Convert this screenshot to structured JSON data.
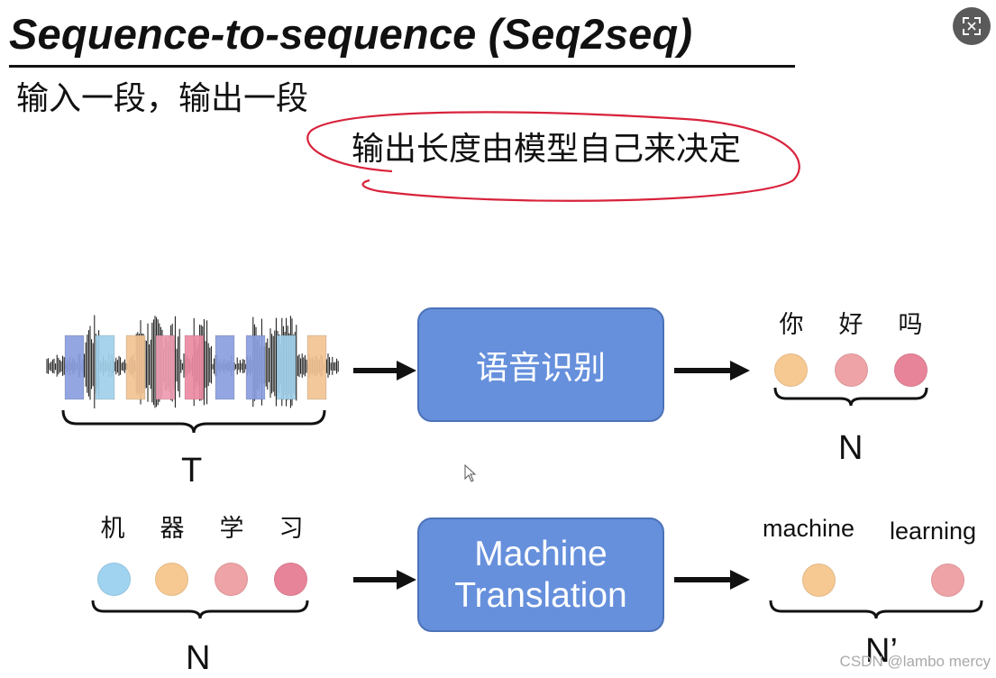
{
  "slide": {
    "title": "Sequence-to-sequence (Seq2seq)",
    "subtitle_line1": "输入一段，输出一段",
    "subtitle_line2": "输出长度由模型自己来决定"
  },
  "speech_row": {
    "box_label": "语音识别",
    "input_length_label": "T",
    "output_chars": [
      "你",
      "好",
      "吗"
    ],
    "output_length_label": "N",
    "input_bar_colors": [
      "#8a9ee0",
      "#9fd0ea",
      "#f2c393",
      "#ee9bb0",
      "#ec8aa2",
      "#8a9ee0",
      "#8a9ee0",
      "#9fd0ea",
      "#f2c393"
    ],
    "output_dot_colors": [
      "#f7c992",
      "#eea3a6",
      "#e8849a"
    ]
  },
  "translation_row": {
    "box_label_line1": "Machine",
    "box_label_line2": "Translation",
    "input_chars": [
      "机",
      "器",
      "学",
      "习"
    ],
    "input_length_label": "N",
    "output_words": [
      "machine",
      "learning"
    ],
    "output_length_label": "N’",
    "input_dot_colors": [
      "#9fd3f0",
      "#f7c992",
      "#eea3a6",
      "#e8849a"
    ],
    "output_dot_colors": [
      "#f7c992",
      "#eea3a6"
    ]
  },
  "watermark": "CSDN @lambo mercy",
  "icons": {
    "expand": "expand-icon",
    "cursor": "cursor-icon"
  },
  "colors": {
    "box_fill": "#6690dc",
    "annotation_red": "#d8233c",
    "arrow": "#111111"
  }
}
